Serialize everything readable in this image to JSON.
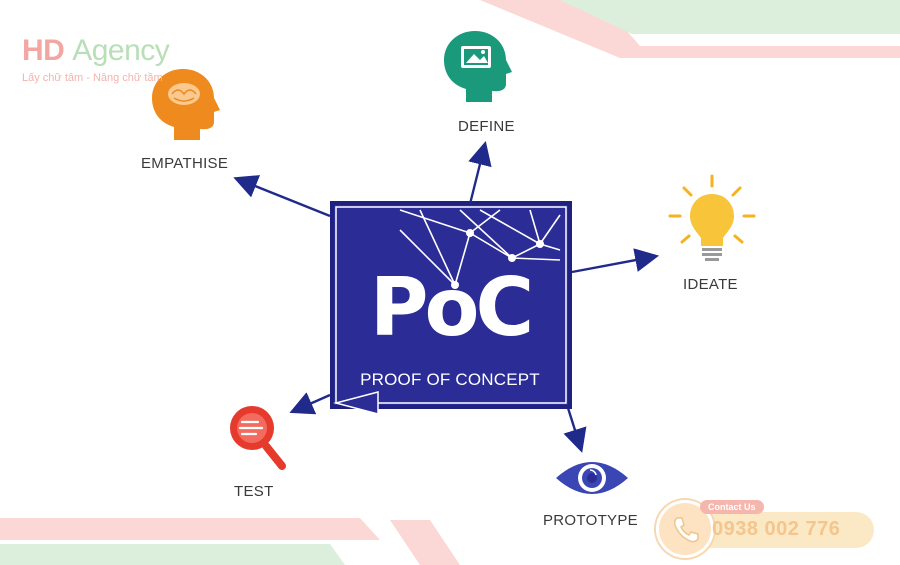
{
  "brand": {
    "name_hd": "HD",
    "name_agency": "Agency",
    "tagline": "Lấy chữ tâm - Nâng chữ tầm"
  },
  "center": {
    "title": "PoC",
    "subtitle": "PROOF OF CONCEPT"
  },
  "stages": {
    "empathise": "EMPATHISE",
    "define": "DEFINE",
    "ideate": "IDEATE",
    "prototype": "PROTOTYPE",
    "test": "TEST"
  },
  "contact": {
    "tag": "Contact Us",
    "phone": "0938 002 776"
  },
  "colors": {
    "center_box": "#2b2c95",
    "arrow": "#1f2a8a",
    "empathise_icon": "#ef8a1e",
    "define_icon": "#1a9a7b",
    "ideate_icon": "#f7c43a",
    "prototype_icon": "#3b46b5",
    "test_icon": "#e53a2c"
  }
}
